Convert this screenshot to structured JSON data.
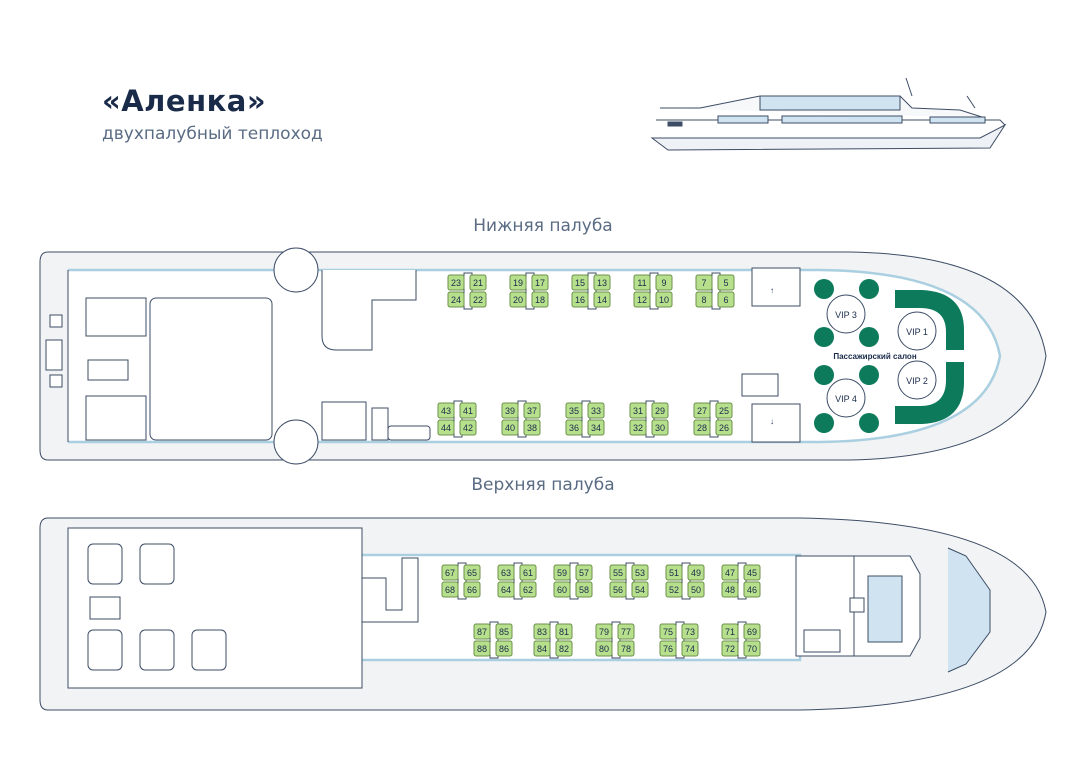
{
  "header": {
    "title": "«Аленка»",
    "subtitle": "двухпалубный теплоход"
  },
  "decks": {
    "lower": {
      "label": "Нижняя палуба",
      "salon_label": "Пассажирский салон",
      "vip": [
        "VIP 1",
        "VIP 2",
        "VIP 3",
        "VIP 4"
      ],
      "top_rows": [
        [
          "23",
          "21",
          "24",
          "22"
        ],
        [
          "19",
          "17",
          "20",
          "18"
        ],
        [
          "15",
          "13",
          "16",
          "14"
        ],
        [
          "11",
          "9",
          "12",
          "10"
        ],
        [
          "7",
          "5",
          "8",
          "6"
        ]
      ],
      "bottom_rows": [
        [
          "43",
          "41",
          "44",
          "42"
        ],
        [
          "39",
          "37",
          "40",
          "38"
        ],
        [
          "35",
          "33",
          "36",
          "34"
        ],
        [
          "31",
          "29",
          "32",
          "30"
        ],
        [
          "27",
          "25",
          "28",
          "26"
        ]
      ]
    },
    "upper": {
      "label": "Верхняя палуба",
      "top_rows": [
        [
          "67",
          "65",
          "68",
          "66"
        ],
        [
          "63",
          "61",
          "64",
          "62"
        ],
        [
          "59",
          "57",
          "60",
          "58"
        ],
        [
          "55",
          "53",
          "56",
          "54"
        ],
        [
          "51",
          "49",
          "52",
          "50"
        ],
        [
          "47",
          "45",
          "48",
          "46"
        ]
      ],
      "bottom_rows": [
        [
          "87",
          "85",
          "88",
          "86"
        ],
        [
          "83",
          "81",
          "84",
          "82"
        ],
        [
          "79",
          "77",
          "80",
          "78"
        ],
        [
          "75",
          "73",
          "76",
          "74"
        ],
        [
          "71",
          "69",
          "72",
          "70"
        ]
      ]
    }
  },
  "colors": {
    "navy": "#1a2b4a",
    "line": "#3d4d66",
    "water": "#a9cfe0",
    "seat": "#b7e08d",
    "teal": "#0d7a5c",
    "hull": "#f2f3f5"
  }
}
